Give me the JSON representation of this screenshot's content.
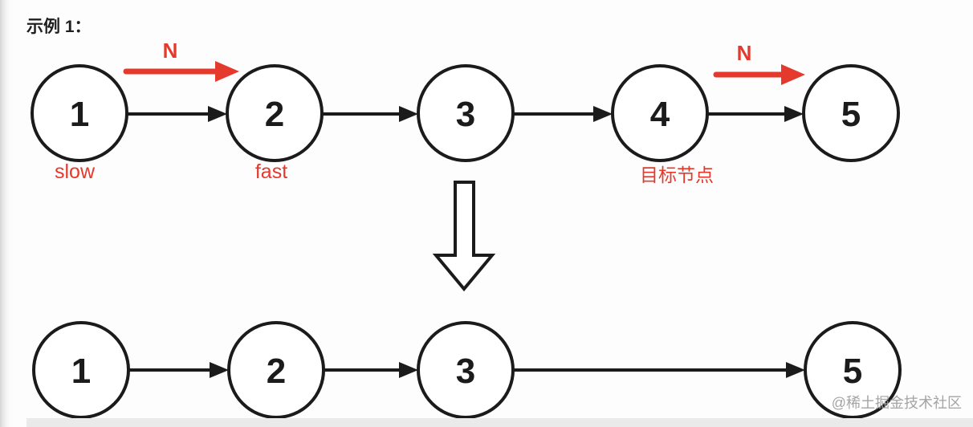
{
  "title": "示例 1：",
  "watermark": "@稀土掘金技术社区",
  "colors": {
    "background": "#fdfdfd",
    "node_stroke": "#1b1b1b",
    "arrow_black": "#1b1b1b",
    "accent_red": "#e4392c",
    "target_node_fill": "#c9241a",
    "target_node_text": "#ffffff",
    "watermark_gray": "#a4a4a4",
    "bottom_bar": "#eaeaea"
  },
  "top_list": {
    "description": "linked list before removal, slow/fast pointers advanced by N",
    "n_label_left": "N",
    "n_label_right": "N",
    "nodes": [
      {
        "value": "1",
        "label": "slow"
      },
      {
        "value": "2",
        "label": "fast"
      },
      {
        "value": "3",
        "label": ""
      },
      {
        "value": "4",
        "label": "目标节点"
      },
      {
        "value": "5",
        "label": ""
      }
    ]
  },
  "bottom_list": {
    "description": "linked list after target node removed",
    "nodes": [
      {
        "value": "1"
      },
      {
        "value": "2"
      },
      {
        "value": "3"
      },
      {
        "value": "5"
      }
    ]
  }
}
